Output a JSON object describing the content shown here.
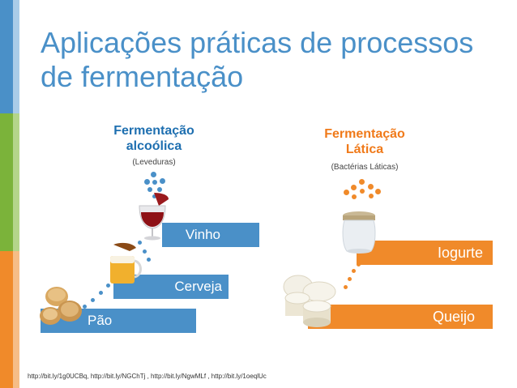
{
  "slide": {
    "title": "Aplicações práticas de processos de fermentação",
    "alcoholic": {
      "heading": "Fermentação alcoólica",
      "subtitle": "(Leveduras)",
      "items": [
        "Pão",
        "Cerveja",
        "Vinho"
      ]
    },
    "lactic": {
      "heading": "Fermentação Lática",
      "subtitle": "(Bactérias Láticas)",
      "items": [
        "Queijo",
        "Iogurte"
      ]
    },
    "footer": "http://bit.ly/1g0UCBq, http://bit.ly/NGChTj , http://bit.ly/NgwMLf , http://bit.ly/1oeqlUc"
  },
  "colors": {
    "blue": "#4a90c8",
    "orange": "#f08a2a",
    "green": "#7bb33a"
  },
  "icons": [
    "bread-image",
    "beer-image",
    "wine-image",
    "cheese-image",
    "yogurt-image"
  ]
}
